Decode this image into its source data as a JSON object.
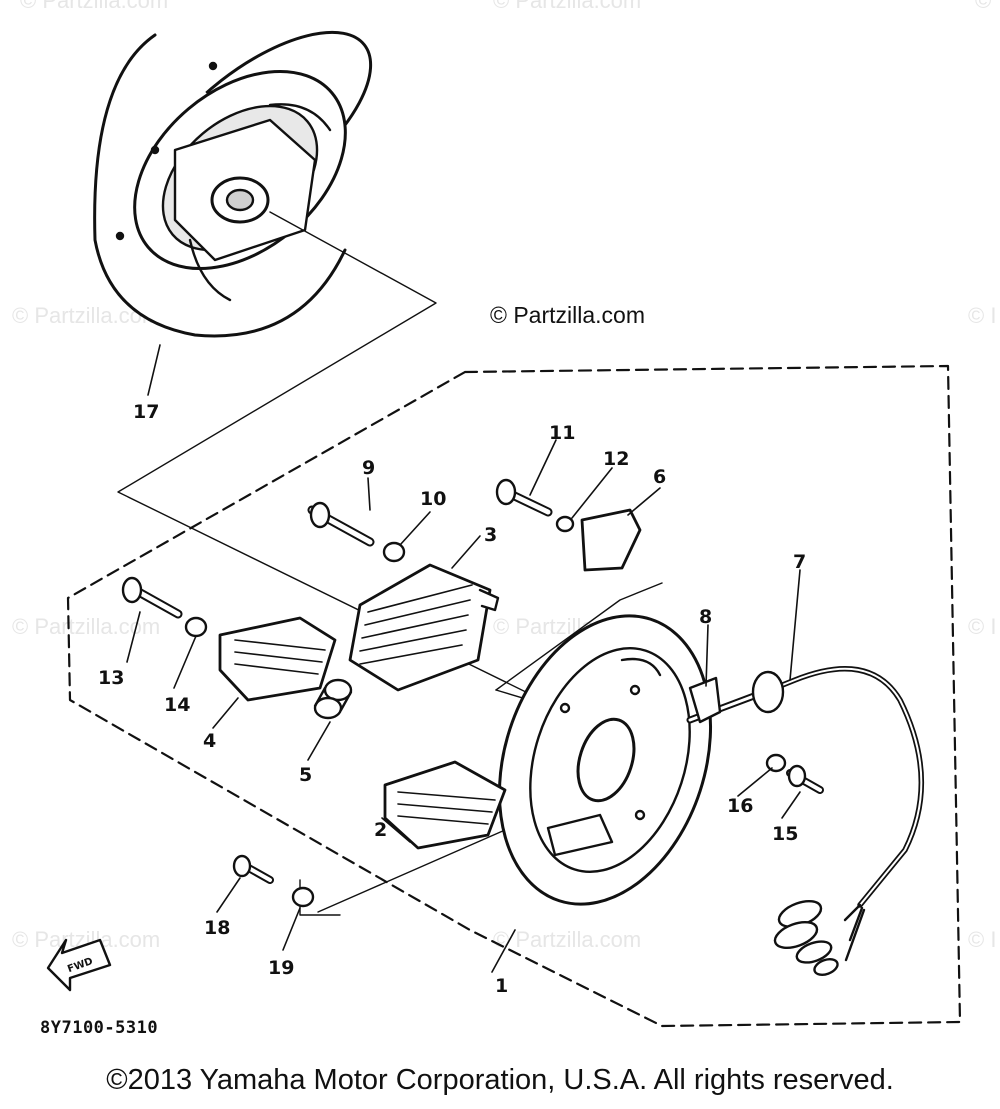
{
  "watermarks": {
    "top_left": "© Partzilla.com",
    "top_center": "© Partzilla.com",
    "top_right": "©",
    "row1_left": "© Partzilla.com",
    "row1_right": "© I",
    "row2_left": "© Partzilla.com",
    "row2_center": "© Partzilla.com",
    "row2_right": "© I",
    "row3_left": "© Partzilla.com",
    "row3_center": "© Partzilla.com",
    "row3_right": "© I"
  },
  "center_watermark": "© Partzilla.com",
  "callouts": [
    "1",
    "2",
    "3",
    "4",
    "5",
    "6",
    "7",
    "8",
    "9",
    "10",
    "11",
    "12",
    "13",
    "14",
    "15",
    "16",
    "17",
    "18",
    "19"
  ],
  "fwd_label": "FWD",
  "diagram_code": "8Y7100-5310",
  "copyright": "©2013 Yamaha Motor Corporation, U.S.A. All rights reserved."
}
